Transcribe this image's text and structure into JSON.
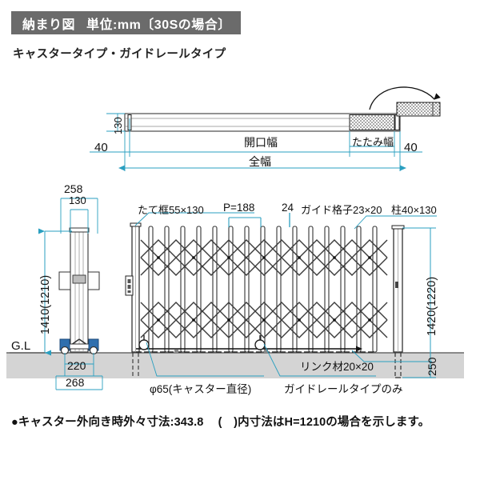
{
  "header": {
    "title_a": "納まり図",
    "title_b": "単位:mm〔30Sの場合〕",
    "subtitle": "キャスタータイプ・ガイドレールタイプ"
  },
  "footnote": {
    "a": "●キャスター外向き時外々寸法:343.8",
    "b": "(　)内寸法はH=1210の場合を示します。"
  },
  "plan_view": {
    "height_dim": "130",
    "left_offset": "40",
    "right_offset": "40",
    "opening_width": "開口幅",
    "fold_width": "たたみ幅",
    "total_width": "全幅"
  },
  "elevation": {
    "post_depth_outer": "258",
    "post_depth_inner": "130",
    "left_height": "1410(1210)",
    "ground_label": "G.L",
    "base_inner": "220",
    "base_outer": "268",
    "right_height": "1420(1220)",
    "buried_depth": "250"
  },
  "callouts": {
    "stile": "たて框55×130",
    "pitch": "P=188",
    "lattice_width": "24",
    "lattice": "ガイド格子23×20",
    "post": "柱40×130",
    "caster": "φ65(キャスター直径)",
    "link": "リンク材20×20",
    "guiderail_only": "ガイドレールタイプのみ"
  },
  "colors": {
    "header_bar": "#6b6b6b",
    "dimension": "#2a9fc0",
    "ground": "#d4d4d4",
    "ground_line": "#6a6a6a",
    "line": "#222222",
    "accent_blue": "#2f6fae"
  }
}
